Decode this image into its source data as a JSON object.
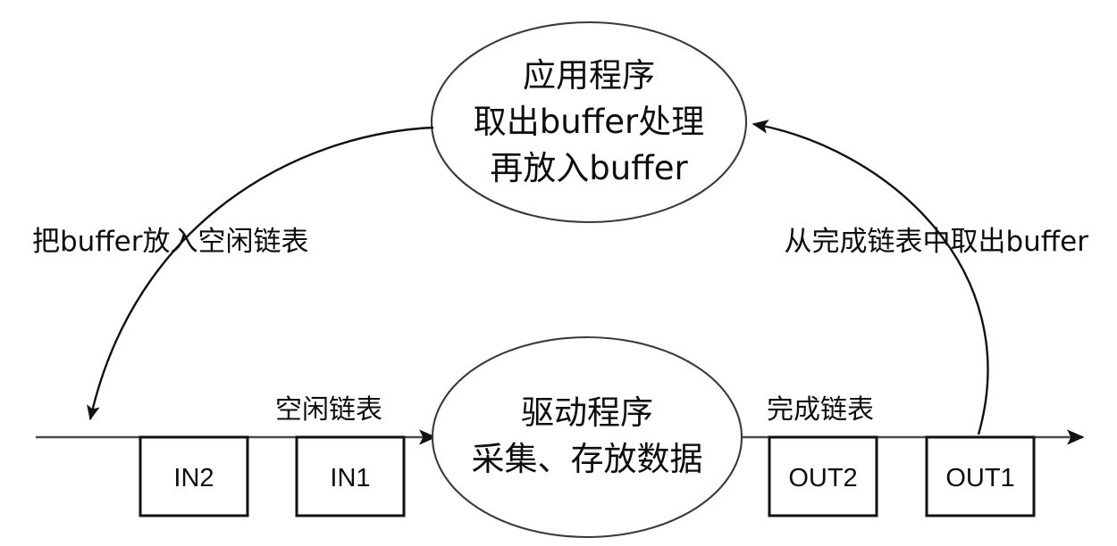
{
  "diagram": {
    "title_present": false,
    "background_color": "#ffffff",
    "stroke_color": "#1a1a1a",
    "text_color": "#0d0d0d",
    "nodes": {
      "application_ellipse": {
        "name": "application-program-ellipse",
        "lines": [
          "应用程序",
          "取出buffer处理",
          "再放入buffer"
        ]
      },
      "driver_ellipse": {
        "name": "driver-program-ellipse",
        "lines": [
          "驱动程序",
          "采集、存放数据"
        ]
      }
    },
    "edge_labels": {
      "left_curve": "把buffer放入空闲链表",
      "right_curve": "从完成链表中取出buffer",
      "free_list": "空闲链表",
      "done_list": "完成链表"
    },
    "buffers": [
      {
        "id": "in2",
        "label": "IN2"
      },
      {
        "id": "in1",
        "label": "IN1"
      },
      {
        "id": "out2",
        "label": "OUT2"
      },
      {
        "id": "out1",
        "label": "OUT1"
      }
    ]
  }
}
